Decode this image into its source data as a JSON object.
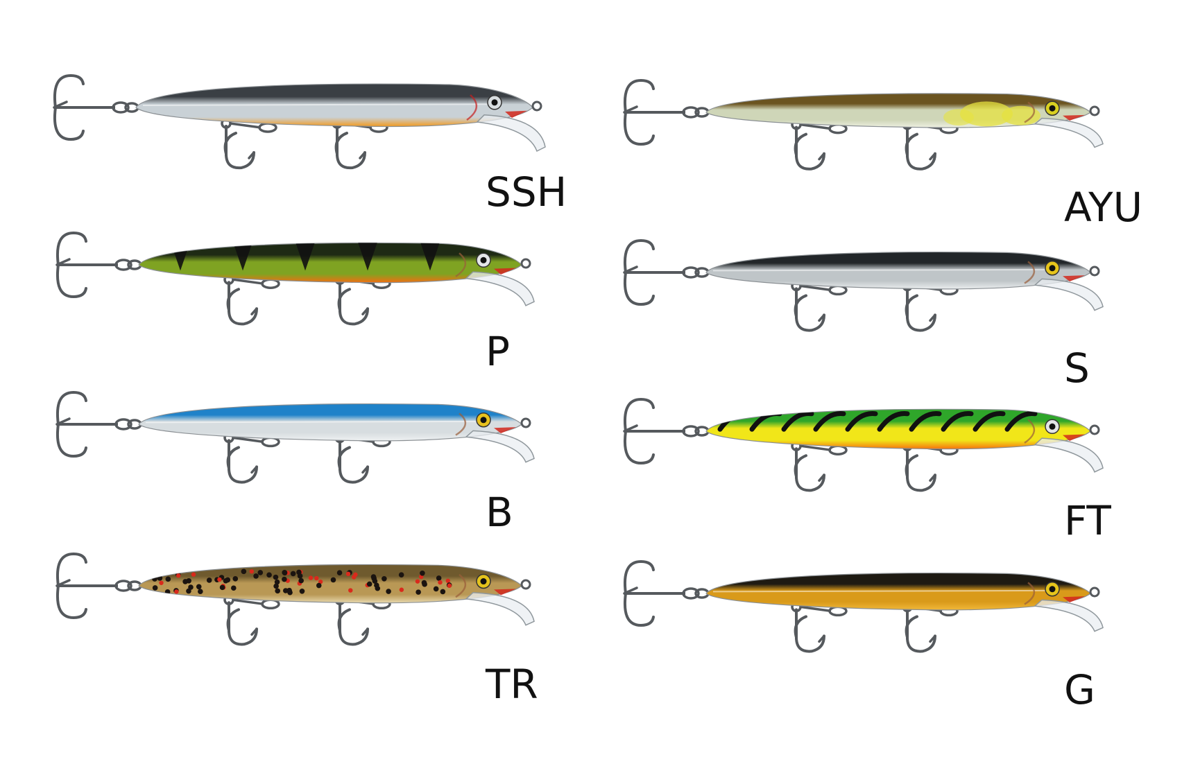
{
  "lures": [
    {
      "code": "SSH",
      "colors": {
        "back": "#3a3f44",
        "side": "#c9d1d6",
        "belly": "#f39a1e",
        "eye": "#d8dde0",
        "accent": "#c61f1f"
      },
      "pattern": "plain",
      "eye_style": "open-lip"
    },
    {
      "code": "P",
      "colors": {
        "back": "#1e2a14",
        "side": "#7fa322",
        "belly": "#f26f12",
        "eye": "#e4e6e8",
        "accent": "#111111"
      },
      "pattern": "perch-bars",
      "eye_style": "round"
    },
    {
      "code": "B",
      "colors": {
        "back": "#1f82c9",
        "side": "#d7dde0",
        "belly": "#eef1f2",
        "eye": "#e8c21e",
        "accent": "#d9261c"
      },
      "pattern": "plain",
      "eye_style": "round"
    },
    {
      "code": "TR",
      "colors": {
        "back": "#6f5a2e",
        "side": "#b99855",
        "belly": "#e8d9ae",
        "eye": "#e3c21c",
        "accent": "#d92a1c"
      },
      "pattern": "trout-spots",
      "eye_style": "round"
    },
    {
      "code": "AYU",
      "colors": {
        "back": "#6b5420",
        "side": "#cfd6b8",
        "belly": "#eef0e2",
        "eye": "#d9d020",
        "accent": "#e6e240"
      },
      "pattern": "ayu-patches",
      "eye_style": "round"
    },
    {
      "code": "S",
      "colors": {
        "back": "#222629",
        "side": "#bfc5c8",
        "belly": "#eaedee",
        "eye": "#e7c51b",
        "accent": "#d9261c"
      },
      "pattern": "plain",
      "eye_style": "round"
    },
    {
      "code": "FT",
      "colors": {
        "back": "#2fa62a",
        "side": "#f1e619",
        "belly": "#f5730f",
        "eye": "#e3e5e6",
        "accent": "#111111"
      },
      "pattern": "tiger-stripes",
      "eye_style": "round"
    },
    {
      "code": "G",
      "colors": {
        "back": "#1e1a12",
        "side": "#d99a1a",
        "belly": "#f0b83a",
        "eye": "#e7c51b",
        "accent": "#d9261c"
      },
      "pattern": "plain",
      "eye_style": "round"
    }
  ],
  "hook_color": "#55595d",
  "lip_color": "#e9eef1"
}
